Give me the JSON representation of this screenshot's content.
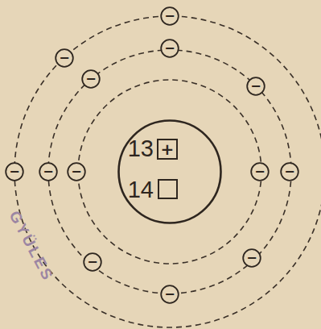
{
  "diagram": {
    "nodes": [
      {
        "text": [
          "−"
        ]
      },
      {
        "text": [
          "−"
        ]
      },
      {
        "text": [
          "−"
        ]
      },
      {
        "text": [
          "−"
        ]
      },
      {
        "text": [
          "−"
        ]
      },
      {
        "text": [
          "−"
        ]
      },
      {
        "text": [
          "−"
        ]
      },
      {
        "text": [
          "−"
        ]
      },
      {
        "text": [
          "13",
          "14"
        ]
      },
      {
        "text": [
          "+"
        ],
        "in": 8
      },
      {
        "text": [
          "−"
        ]
      },
      {
        "text": [
          "−"
        ]
      },
      {
        "text": [
          "−"
        ]
      },
      {
        "text": [
          "−"
        ]
      },
      {
        "text": [
          "−"
        ]
      }
    ],
    "labels": [
      "GYÜLES"
    ]
  }
}
